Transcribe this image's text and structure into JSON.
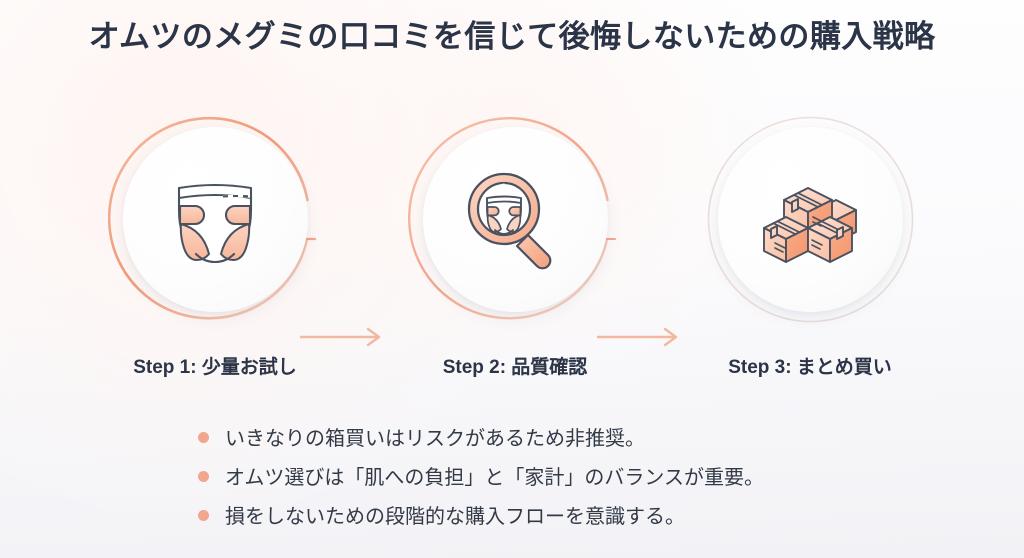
{
  "header": {
    "title": "オムツのメグミの口コミを信じて後悔しないための購入戦略"
  },
  "steps": [
    {
      "label": "Step 1: 少量お試し",
      "icon": "diaper-icon",
      "ring_style": "gapped-coral-ring"
    },
    {
      "label": "Step 2: 品質確認",
      "icon": "magnifier-diaper-icon",
      "ring_style": "gapped-coral-ring"
    },
    {
      "label": "Step 3: まとめ買い",
      "icon": "stacked-boxes-icon",
      "ring_style": "thin-gray-ring"
    }
  ],
  "arrows": [
    {
      "name": "arrow-step1-to-step2",
      "direction": "right"
    },
    {
      "name": "arrow-step2-to-step3",
      "direction": "right"
    }
  ],
  "bullets": [
    "いきなりの箱買いはリスクがあるため非推奨。",
    "オムツ選びは「肌への負担」と「家計」のバランスが重要。",
    "損をしないための段階的な購入フローを意識する。"
  ],
  "colors": {
    "title_text": "#2b3547",
    "body_text": "#333a47",
    "accent_coral": "#f3a68e",
    "accent_coral_deep": "#ef9677",
    "icon_stroke": "#4a5260",
    "bullet_dot": "#f3a68e",
    "background_top": "#fefeff",
    "background_bottom": "#f2f2f6"
  }
}
